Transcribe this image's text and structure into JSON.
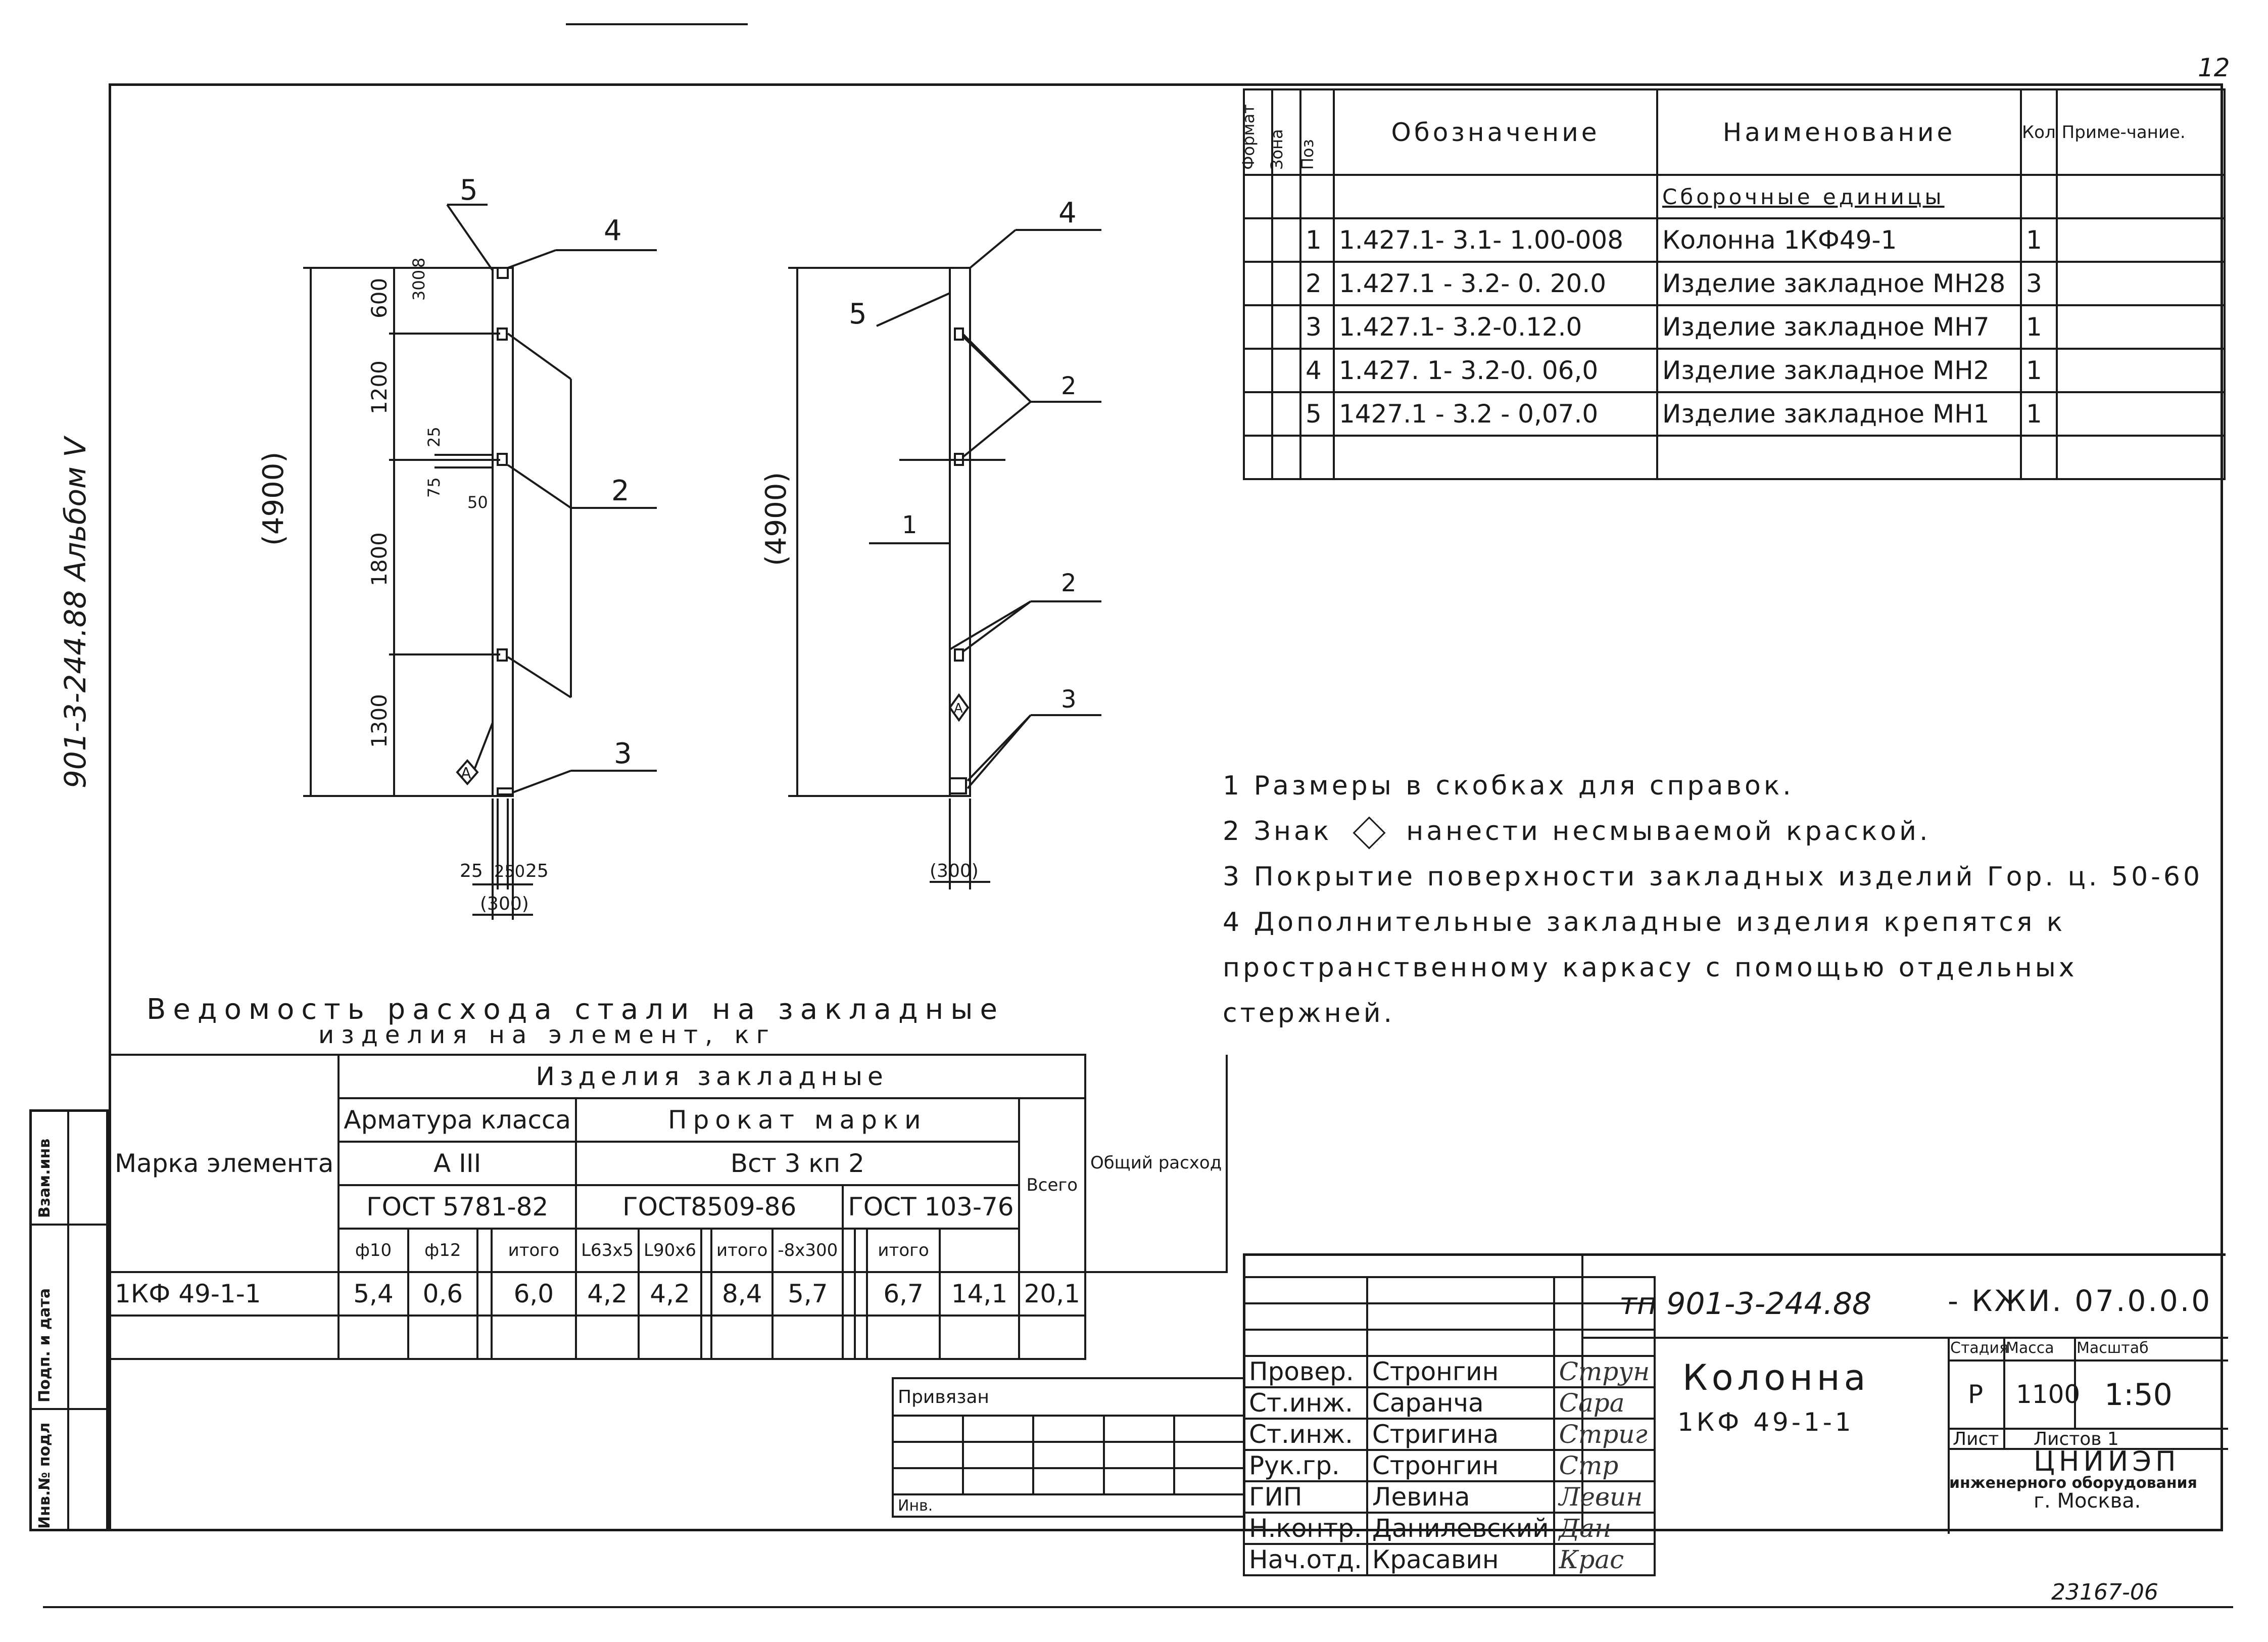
{
  "sheet": {
    "page_number": "12",
    "stamp_bottom": "23167-06",
    "album_label": "901-3-244.88   Альбом V"
  },
  "side_strip": {
    "labels": [
      "Инв.№ подл",
      "Подп. и дата",
      "Взам.инв"
    ]
  },
  "spec_table": {
    "headers": {
      "format": "Формат",
      "zone": "Зона",
      "pos": "Поз",
      "designation": "Обозначение",
      "name": "Наименование",
      "qty": "Кол",
      "note": "Приме-чание."
    },
    "section": "Сборочные единицы",
    "rows": [
      {
        "pos": "1",
        "designation": "1.427.1- 3.1- 1.00-008",
        "name": "Колонна  1КФ49-1",
        "qty": "1"
      },
      {
        "pos": "2",
        "designation": "1.427.1 - 3.2- 0. 20.0",
        "name": "Изделие закладное МН28",
        "qty": "3"
      },
      {
        "pos": "3",
        "designation": "1.427.1- 3.2-0.12.0",
        "name": "Изделие закладное МН7",
        "qty": "1"
      },
      {
        "pos": "4",
        "designation": "1.427. 1- 3.2-0. 06,0",
        "name": "Изделие закладное МН2",
        "qty": "1"
      },
      {
        "pos": "5",
        "designation": "1427.1 - 3.2 - 0,07.0",
        "name": "Изделие закладное МН1",
        "qty": "1"
      }
    ]
  },
  "drawing": {
    "left": {
      "overall": "(4900)",
      "dims": [
        "600",
        "1200",
        "1800",
        "1300",
        "300",
        "8",
        "25",
        "75",
        "50"
      ],
      "bottom_dims": [
        "25",
        "250",
        "25",
        "(300)"
      ],
      "callouts": [
        "5",
        "4",
        "2",
        "3"
      ]
    },
    "right": {
      "overall": "(4900)",
      "bottom_dim": "(300)",
      "callouts": [
        "4",
        "5",
        "2",
        "1",
        "2",
        "3"
      ]
    },
    "mark": "A"
  },
  "notes": [
    "1 Размеры в скобках для справок.",
    "2 Знак",
    "нанести несмываемой краской.",
    "3 Покрытие поверхности закладных изделий  Гор. ц. 50-60",
    "4 Дополнительные закладные изделия крепятся  к",
    "пространственному каркасу с помощью отдельных",
    "стержней."
  ],
  "steel_table": {
    "title_line1": "Ведомость   расхода  стали  на  закладные",
    "title_line2": "изделия   на   элемент,  кг",
    "col_mark": "Марка элемента",
    "group": "Изделия   закладные",
    "armatura": "Арматура класса",
    "armatura_class": "А III",
    "armatura_gost": "ГОСТ 5781-82",
    "prokat": "Прокат  марки",
    "prokat_mark": "Вст 3 кп 2",
    "prokat_gost1": "ГОСТ8509-86",
    "prokat_gost2": "ГОСТ  103-76",
    "total": "Всего",
    "general": "Общий расход",
    "sub": [
      "ф10",
      "ф12",
      "",
      "итого",
      "L63x5",
      "L90x6",
      "",
      "итого",
      "-8x300",
      "",
      "",
      "итого"
    ],
    "row": {
      "mark": "1КФ 49-1-1",
      "values": [
        "5,4",
        "0,6",
        "",
        "6,0",
        "4,2",
        "4,2",
        "",
        "8,4",
        "5,7",
        "",
        "",
        "6,7"
      ],
      "total": "14,1",
      "general": "20,1"
    }
  },
  "title_block": {
    "doc_code": "тп 901-3-244.88",
    "doc_suffix": "- КЖИ. 07.0.0.0",
    "title": "Колонна",
    "subtitle": "1КФ 49-1-1",
    "stage_label": "Стадия",
    "mass_label": "Масса",
    "scale_label": "Масштаб",
    "stage": "Р",
    "mass": "1100",
    "scale": "1:50",
    "sheet_label": "Лист",
    "sheets_label": "Листов 1",
    "org1": "ЦНИИЭП",
    "org2": "инженерного оборудования",
    "org3": "г. Москва.",
    "bound": "Привязан",
    "inv": "Инв.",
    "people": [
      {
        "role": "Провер.",
        "name": "Стронгин",
        "sign": "Струн"
      },
      {
        "role": "Ст.инж.",
        "name": "Саранча",
        "sign": "Сара"
      },
      {
        "role": "Ст.инж.",
        "name": "Стригина",
        "sign": "Стриг"
      },
      {
        "role": "Рук.гр.",
        "name": "Стронгин",
        "sign": "Стр"
      },
      {
        "role": "ГИП",
        "name": "Левина",
        "sign": "Левин"
      },
      {
        "role": "Н.контр.",
        "name": "Данилевский",
        "sign": "Дан"
      },
      {
        "role": "Нач.отд.",
        "name": "Красавин",
        "sign": "Крас"
      }
    ]
  }
}
